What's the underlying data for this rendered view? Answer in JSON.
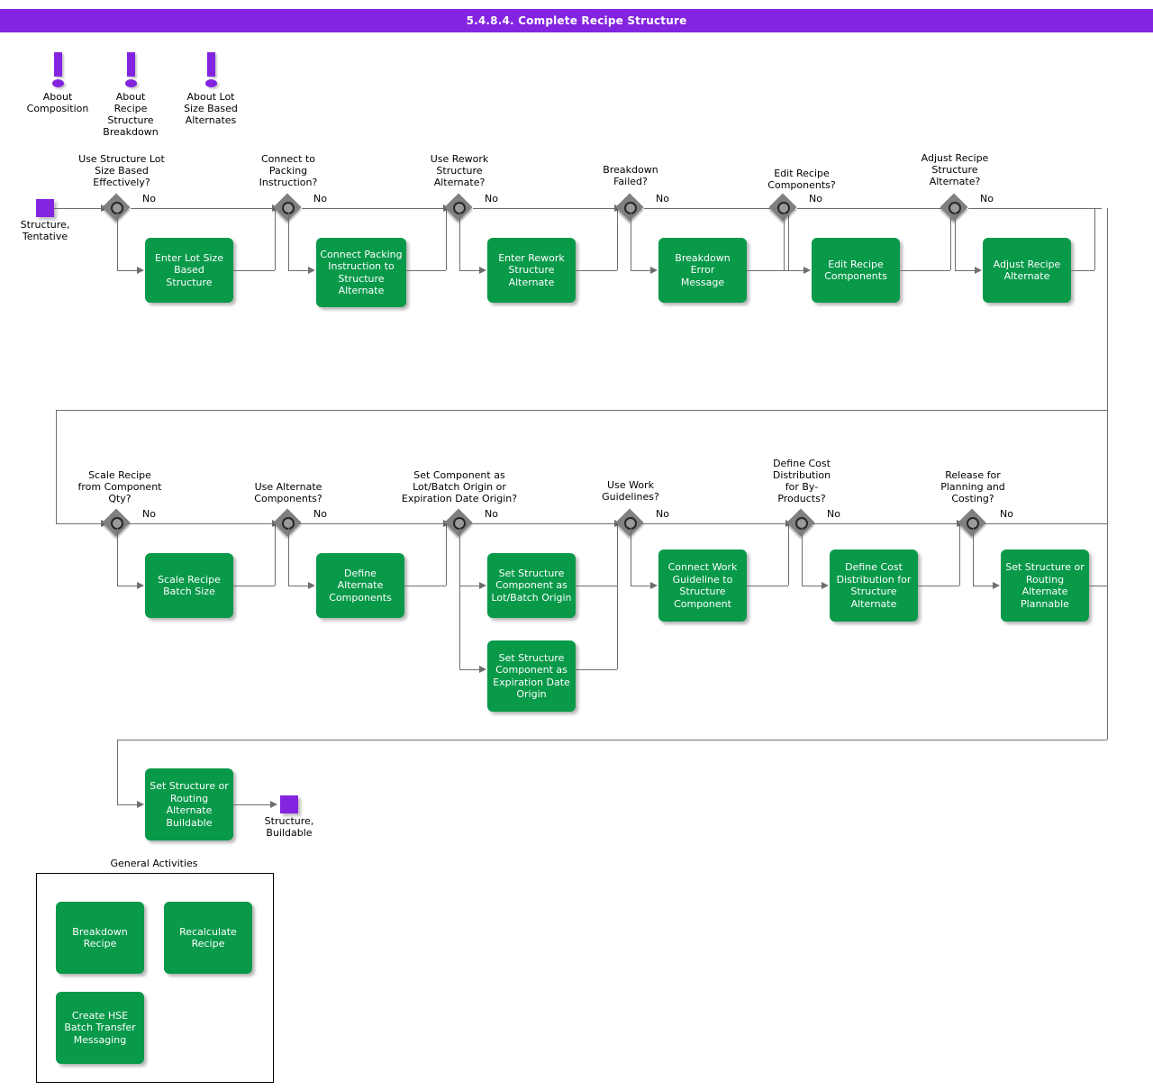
{
  "title": "5.4.8.4. Complete Recipe Structure",
  "colors": {
    "accent": "#8324e0",
    "activity": "#089949",
    "decision": "#808080",
    "connector": "#6e6e6e",
    "text_on_activity": "#ffffff"
  },
  "notes": [
    {
      "caption": "About\nComposition",
      "icon": "exclamation-icon"
    },
    {
      "caption": "About\nRecipe\nStructure\nBreakdown",
      "icon": "exclamation-icon"
    },
    {
      "caption": "About Lot\nSize Based\nAlternates",
      "icon": "exclamation-icon"
    }
  ],
  "terminators": [
    {
      "label": "Structure,\nTentative",
      "kind": "start"
    },
    {
      "label": "Structure,\nBuildable",
      "kind": "end"
    }
  ],
  "branch_label": "No",
  "row1": {
    "decisions": [
      "Use Structure Lot\nSize Based\nEffectively?",
      "Connect to\nPacking\nInstruction?",
      "Use Rework\nStructure\nAlternate?",
      "Breakdown\nFailed?",
      "Edit Recipe\nComponents?",
      "Adjust Recipe\nStructure\nAlternate?"
    ],
    "activities": [
      "Enter Lot Size\nBased\nStructure",
      "Connect Packing\nInstruction to\nStructure\nAlternate",
      "Enter Rework\nStructure\nAlternate",
      "Breakdown Error\nMessage",
      "Edit Recipe\nComponents",
      "Adjust Recipe\nAlternate"
    ]
  },
  "row2": {
    "decisions": [
      "Scale Recipe\nfrom Component\nQty?",
      "Use Alternate\nComponents?",
      "Set Component as\nLot/Batch Origin or\nExpiration Date Origin?",
      "Use Work\nGuidelines?",
      "Define Cost\nDistribution\nfor By-\nProducts?",
      "Release for\nPlanning and\nCosting?"
    ],
    "activities": [
      "Scale Recipe\nBatch Size",
      "Define Alternate\nComponents",
      "Set Structure\nComponent as\nLot/Batch Origin",
      "Set Structure\nComponent as\nExpiration Date\nOrigin",
      "Connect Work\nGuideline to\nStructure\nComponent",
      "Define Cost\nDistribution for\nStructure\nAlternate",
      "Set Structure or\nRouting\nAlternate\nPlannable"
    ]
  },
  "row3": {
    "activities": [
      "Set Structure or\nRouting\nAlternate\nBuildable"
    ]
  },
  "general_activities": {
    "title": "General Activities",
    "activities": [
      "Breakdown\nRecipe",
      "Recalculate\nRecipe",
      "Create HSE\nBatch Transfer\nMessaging"
    ]
  }
}
